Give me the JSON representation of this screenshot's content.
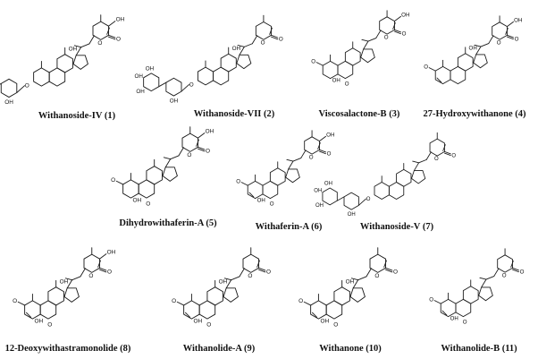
{
  "compounds": [
    {
      "id": "withanoside-iv",
      "caption": "Withanoside-IV (1)",
      "substituents": {
        "hydroxyl": "OH",
        "ring_oxygen": "O",
        "carbonyl": "O"
      }
    },
    {
      "id": "withanoside-vii",
      "caption": "Withanoside-VII (2)",
      "substituents": {
        "hydroxyl": "OH",
        "ring_oxygen": "O",
        "carbonyl": "O"
      }
    },
    {
      "id": "viscosalactone-b",
      "caption": "Viscosalactone-B (3)",
      "substituents": {
        "hydroxyl": "OH",
        "ring_oxygen": "O",
        "carbonyl": "O"
      }
    },
    {
      "id": "27-hydroxywithanone",
      "caption": "27-Hydroxywithanone (4)",
      "substituents": {
        "hydroxyl": "OH",
        "ring_oxygen": "O",
        "carbonyl": "O"
      }
    },
    {
      "id": "dihydrowithaferin-a",
      "caption": "Dihydrowithaferin-A (5)",
      "substituents": {
        "hydroxyl": "OH",
        "ring_oxygen": "O",
        "carbonyl": "O"
      }
    },
    {
      "id": "withaferin-a",
      "caption": "Withaferin-A (6)",
      "substituents": {
        "hydroxyl": "OH",
        "ring_oxygen": "O",
        "carbonyl": "O"
      }
    },
    {
      "id": "withanoside-v",
      "caption": "Withanoside-V (7)",
      "substituents": {
        "hydroxyl": "OH",
        "ring_oxygen": "O",
        "carbonyl": "O"
      }
    },
    {
      "id": "12-deoxywithastramonolide",
      "caption": "12-Deoxywithastramonolide (8)",
      "substituents": {
        "hydroxyl": "OH",
        "ring_oxygen": "O",
        "carbonyl": "O"
      }
    },
    {
      "id": "withanolide-a",
      "caption": "Withanolide-A (9)",
      "substituents": {
        "hydroxyl": "OH",
        "ring_oxygen": "O",
        "carbonyl": "O"
      }
    },
    {
      "id": "withanone",
      "caption": "Withanone (10)",
      "substituents": {
        "hydroxyl": "OH",
        "ring_oxygen": "O",
        "carbonyl": "O"
      }
    },
    {
      "id": "withanolide-b",
      "caption": "Withanolide-B (11)",
      "substituents": {
        "hydroxyl": "OH",
        "ring_oxygen": "O",
        "carbonyl": "O"
      }
    }
  ]
}
